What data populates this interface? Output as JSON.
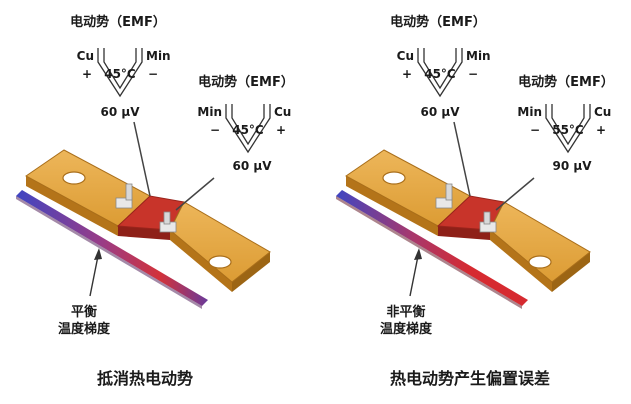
{
  "left": {
    "caption": "抵消热电动势",
    "gradient_label_line1": "平衡",
    "gradient_label_line2": "温度梯度",
    "thermocouple_left": {
      "title": "电动势（EMF）",
      "metal_left": "Cu",
      "metal_right": "Min",
      "sign_left": "+",
      "sign_right": "−",
      "temperature": "45°C",
      "voltage": "60 µV"
    },
    "thermocouple_right": {
      "title": "电动势（EMF）",
      "metal_left": "Min",
      "metal_right": "Cu",
      "sign_left": "−",
      "sign_right": "+",
      "temperature": "45°C",
      "voltage": "60 µV"
    }
  },
  "right": {
    "caption": "热电动势产生偏置误差",
    "gradient_label_line1": "非平衡",
    "gradient_label_line2": "温度梯度",
    "thermocouple_left": {
      "title": "电动势（EMF）",
      "metal_left": "Cu",
      "metal_right": "Min",
      "sign_left": "+",
      "sign_right": "−",
      "temperature": "45°C",
      "voltage": "60 µV"
    },
    "thermocouple_right": {
      "title": "电动势（EMF）",
      "metal_left": "Min",
      "metal_right": "Cu",
      "sign_left": "−",
      "sign_right": "+",
      "temperature": "55°C",
      "voltage": "90 µV"
    }
  },
  "colors": {
    "copper": "#E0A23A",
    "copper_dark": "#B9781C",
    "copper_side": "#C98A2A",
    "resistive": "#C9362B",
    "gradient_cold": "#4B4FC0",
    "gradient_hot": "#D0303A"
  }
}
